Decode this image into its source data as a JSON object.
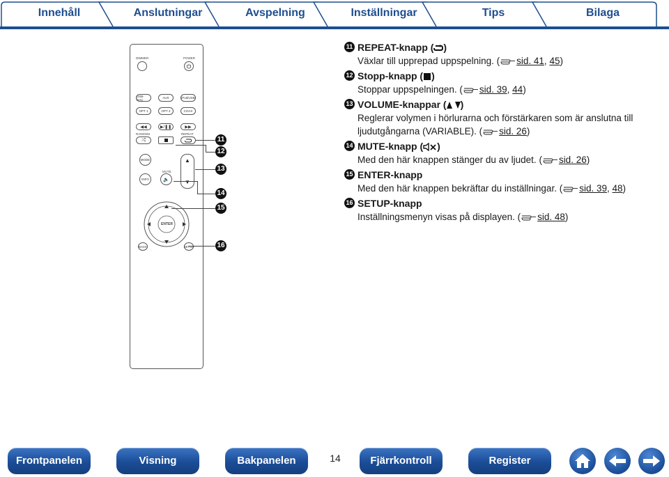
{
  "tabs": [
    "Innehåll",
    "Anslutningar",
    "Avspelning",
    "Inställningar",
    "Tips",
    "Bilaga"
  ],
  "remote": {
    "labels": {
      "dimmer": "DIMMER",
      "power": "POWER",
      "usb_dac": "USB-DAC",
      "aux": "AUX",
      "iphone_usb": "iPod/USB",
      "opt1": "OPT 1",
      "opt2": "OPT 2",
      "coax": "COAX",
      "random": "RANDOM",
      "repeat": "REPEAT",
      "mode": "MODE",
      "info": "INFO",
      "mute": "MUTE",
      "volume": "VOLUME",
      "enter": "ENTER",
      "back": "BACK",
      "setup": "SETUP"
    }
  },
  "callouts": [
    "11",
    "12",
    "13",
    "14",
    "15",
    "16"
  ],
  "items": [
    {
      "num": "11",
      "title_pre": "REPEAT-knapp (",
      "title_post": ")",
      "icon": "repeat-icon",
      "body": "Växlar till upprepad uppspelning.",
      "refs": [
        "sid. 41",
        "45"
      ]
    },
    {
      "num": "12",
      "title_pre": "Stopp-knapp (",
      "title_post": ")",
      "icon": "stop-icon",
      "body": "Stoppar uppspelningen.",
      "refs": [
        "sid. 39",
        "44"
      ]
    },
    {
      "num": "13",
      "title_pre": "VOLUME-knappar (",
      "title_post": ")",
      "icon": "up-down-icon",
      "body": "Reglerar volymen i hörlurarna och förstärkaren som är anslutna till ljudutgångarna (VARIABLE).",
      "refs": [
        "sid. 26"
      ]
    },
    {
      "num": "14",
      "title_pre": "MUTE-knapp (",
      "title_post": ")",
      "icon": "mute-icon",
      "body": "Med den här knappen stänger du av ljudet.",
      "refs": [
        "sid. 26"
      ]
    },
    {
      "num": "15",
      "title_pre": "ENTER-knapp",
      "title_post": "",
      "icon": "",
      "body": "Med den här knappen bekräftar du inställningar.",
      "refs": [
        "sid. 39",
        "48"
      ]
    },
    {
      "num": "16",
      "title_pre": "SETUP-knapp",
      "title_post": "",
      "icon": "",
      "body": "Inställningsmenyn visas på displayen.",
      "refs": [
        "sid. 48"
      ]
    }
  ],
  "footer": {
    "buttons": [
      "Frontpanelen",
      "Visning",
      "Bakpanelen",
      "Fjärrkontroll",
      "Register"
    ],
    "page": "14",
    "icons": [
      "home-icon",
      "back-arrow-icon",
      "forward-arrow-icon"
    ]
  },
  "colors": {
    "accent": "#1d4e8f",
    "button": "#1b4d97"
  }
}
